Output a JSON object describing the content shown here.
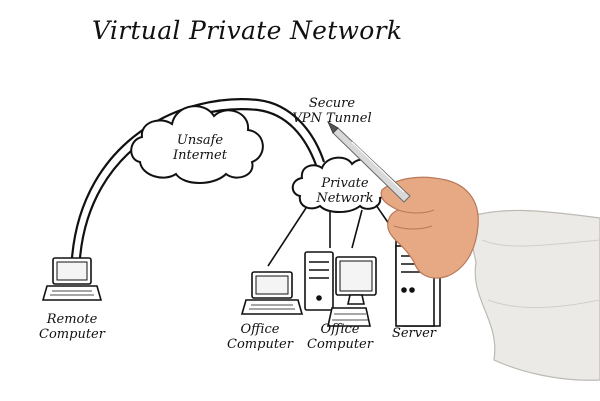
{
  "title": "Virtual Private Network",
  "nodes": {
    "internet": "Unsafe\nInternet",
    "private_network": "Private\nNetwork",
    "tunnel": "Secure\nVPN Tunnel",
    "remote": "Remote\nComputer",
    "office1": "Office\nComputer",
    "office2": "Office\nComputer",
    "server": "Server"
  },
  "colors": {
    "ink": "#111111",
    "skin": "#e7a983",
    "sleeve": "#eceae6"
  },
  "icons": [
    "cloud-icon",
    "laptop-icon",
    "desktop-computer-icon",
    "server-tower-icon",
    "pen-icon",
    "hand-icon"
  ]
}
